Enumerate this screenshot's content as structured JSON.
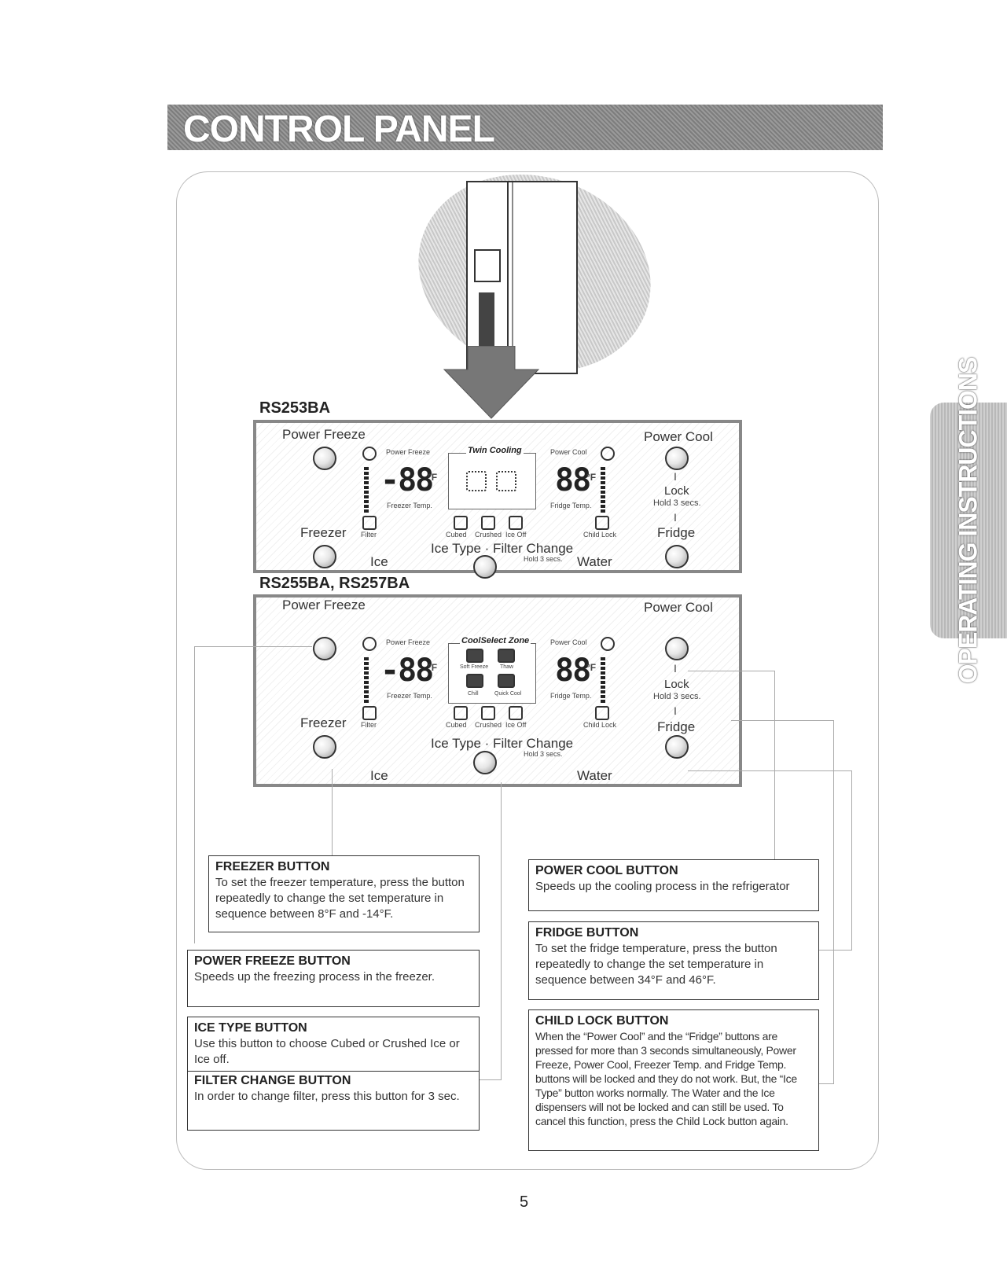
{
  "header": {
    "title": "CONTROL PANEL"
  },
  "side_tab": {
    "label": "OPERATING INSTRUCTIONS"
  },
  "models": {
    "panel1": "RS253BA",
    "panel2": "RS255BA, RS257BA"
  },
  "panel_labels": {
    "power_freeze": "Power Freeze",
    "power_cool": "Power Cool",
    "freezer": "Freezer",
    "lock": "Lock",
    "hold3": "Hold 3 secs.",
    "divider": "I",
    "fridge": "Fridge",
    "ice_type_filter": "Ice Type · Filter Change",
    "ice": "Ice",
    "water": "Water"
  },
  "display": {
    "power_freeze": "Power Freeze",
    "power_cool": "Power Cool",
    "twin_cooling": "Twin Cooling",
    "coolselect_zone": "CoolSelect Zone",
    "soft_freeze": "Soft Freeze",
    "thaw": "Thaw",
    "chill": "Chill",
    "quick_cool": "Quick Cool",
    "digits": "-88",
    "digits_right": "88",
    "unit": "°F",
    "freezer_temp": "Freezer Temp.",
    "fridge_temp": "Fridge Temp.",
    "filter": "Filter",
    "cubed": "Cubed",
    "crushed": "Crushed",
    "ice_off": "Ice Off",
    "child_lock": "Child Lock"
  },
  "callouts": {
    "freezer": {
      "title": "FREEZER BUTTON",
      "text": "To set the freezer temperature, press the button repeatedly to change the set temperature in sequence between 8°F and -14°F."
    },
    "power_freeze": {
      "title": "POWER FREEZE BUTTON",
      "text": "Speeds up the freezing process in the freezer."
    },
    "ice_type": {
      "title": "ICE TYPE BUTTON",
      "text": "Use this button to choose Cubed or Crushed Ice or Ice off."
    },
    "filter_change": {
      "title": "FILTER CHANGE BUTTON",
      "text": "In order to change filter, press this button for 3 sec."
    },
    "power_cool": {
      "title": "POWER COOL BUTTON",
      "text": "Speeds up the cooling process in the refrigerator"
    },
    "fridge": {
      "title": "FRIDGE BUTTON",
      "text": "To set the fridge temperature, press the button repeatedly to change the set temperature in sequence between 34°F and 46°F."
    },
    "child_lock": {
      "title": "CHILD LOCK  BUTTON",
      "text": "When the “Power Cool” and the “Fridge” buttons are pressed for more than 3 seconds simultaneously, Power Freeze, Power Cool, Freezer Temp. and Fridge Temp. buttons will be locked and they do not work. But, the “Ice Type” button works normally. The Water and the Ice dispensers will not be locked and can still be used. To cancel this function, press the Child Lock button again."
    }
  },
  "page_number": "5"
}
